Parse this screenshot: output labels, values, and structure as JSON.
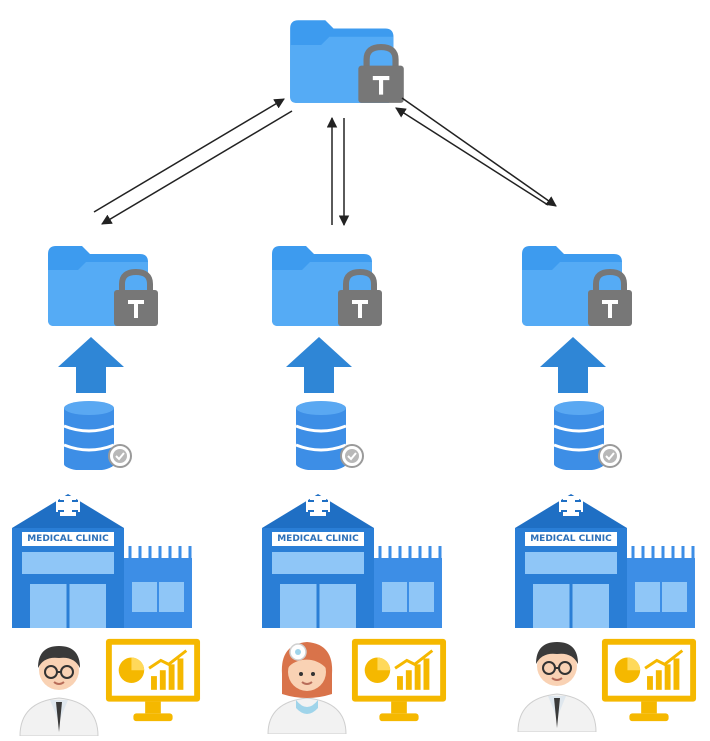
{
  "diagram": {
    "central_node": {
      "icon": "locked-folder-icon",
      "folder_color": "#3d9bef",
      "lock_color": "#777777"
    },
    "columns": [
      {
        "id": "left",
        "clinic_sign": "MEDICAL CLINIC",
        "stack": [
          "locked-folder-icon",
          "upload-arrow-icon",
          "verified-database-icon",
          "clinic-building-icon"
        ],
        "staff": [
          "male-doctor-icon",
          "analytics-monitor-icon"
        ]
      },
      {
        "id": "center",
        "clinic_sign": "MEDICAL CLINIC",
        "stack": [
          "locked-folder-icon",
          "upload-arrow-icon",
          "verified-database-icon",
          "clinic-building-icon"
        ],
        "staff": [
          "female-nurse-icon",
          "analytics-monitor-icon"
        ]
      },
      {
        "id": "right",
        "clinic_sign": "MEDICAL CLINIC",
        "stack": [
          "locked-folder-icon",
          "upload-arrow-icon",
          "verified-database-icon",
          "clinic-building-icon"
        ],
        "staff": [
          "male-doctor-icon",
          "analytics-monitor-icon"
        ]
      }
    ],
    "connections": [
      {
        "from": "left",
        "to": "central",
        "bidirectional": true
      },
      {
        "from": "center",
        "to": "central",
        "bidirectional": true
      },
      {
        "from": "right",
        "to": "central",
        "bidirectional": true
      }
    ],
    "colors": {
      "folder": "#3d9bef",
      "lock": "#777777",
      "arrow": "#2f86d6",
      "database": "#3d8ee6",
      "building": "#2a7ed6",
      "building_light": "#bfe0ff",
      "monitor": "#f5b800",
      "line": "#222222"
    }
  }
}
